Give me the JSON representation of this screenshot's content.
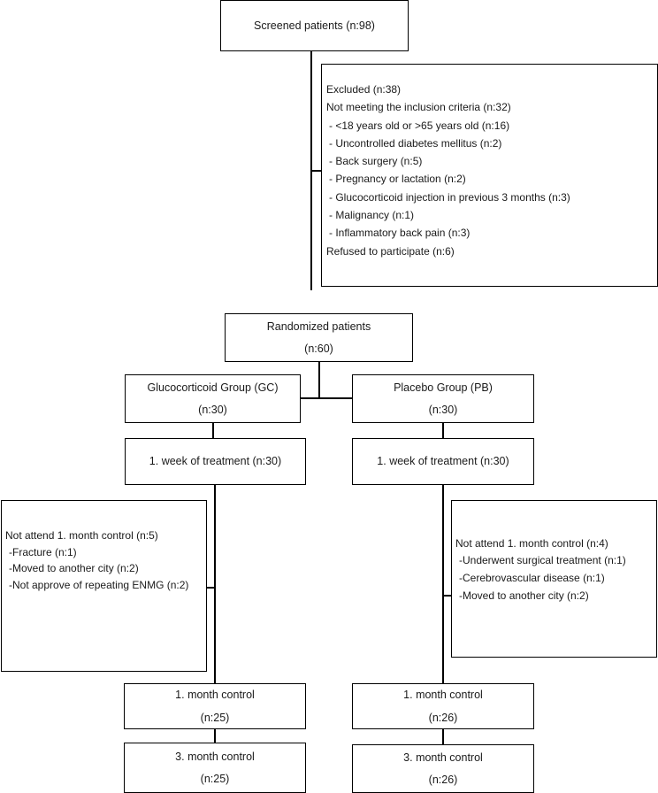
{
  "screened": "Screened patients (n:98)",
  "excluded": {
    "title": "Excluded (n:38)",
    "not_meeting": "Not meeting the inclusion criteria (n:32)",
    "reasons": [
      "- <18 years old or >65 years old (n:16)",
      "- Uncontrolled diabetes mellitus (n:2)",
      "- Back surgery (n:5)",
      "- Pregnancy or lactation (n:2)",
      "- Glucocorticoid injection in previous 3 months (n:3)",
      "- Malignancy (n:1)",
      "- Inflammatory back pain (n:3)"
    ],
    "refused": "Refused to participate (n:6)"
  },
  "randomized": {
    "label": "Randomized patients",
    "count": "(n:60)"
  },
  "gc": {
    "group": "Glucocorticoid Group (GC)",
    "group_n": "(n:30)",
    "week": "1. week of treatment (n:30)",
    "lost": {
      "title": "Not attend 1. month control (n:5)",
      "items": [
        "-Fracture (n:1)",
        "-Moved to another city (n:2)",
        "-Not approve of repeating ENMG (n:2)"
      ]
    },
    "month1": {
      "label": "1. month control",
      "n": "(n:25)"
    },
    "month3": {
      "label": "3. month control",
      "n": "(n:25)"
    }
  },
  "pb": {
    "group": "Placebo Group (PB)",
    "group_n": "(n:30)",
    "week": "1. week of treatment (n:30)",
    "lost": {
      "title": "Not attend 1. month control (n:4)",
      "items": [
        "-Underwent surgical treatment (n:1)",
        "-Cerebrovascular disease (n:1)",
        "-Moved to another city (n:2)"
      ]
    },
    "month1": {
      "label": "1. month control",
      "n": "(n:26)"
    },
    "month3": {
      "label": "3. month control",
      "n": "(n:26)"
    }
  }
}
